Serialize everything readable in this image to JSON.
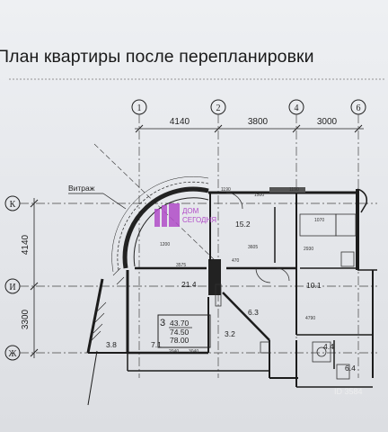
{
  "title": "План квартиры после перепланировки",
  "axes_top": [
    "1",
    "2",
    "4",
    "6"
  ],
  "axes_left": [
    "К",
    "И",
    "Ж"
  ],
  "dims_top": [
    "4140",
    "3800",
    "3000"
  ],
  "dims_left": [
    "4140",
    "3300"
  ],
  "label_vitrazh": "Витраж",
  "rooms": {
    "r1": "15.2",
    "r2": "21.4",
    "r3": "10.1",
    "r4": "6.3",
    "r5": "3.2",
    "r6": "3.8",
    "r7": "7.1",
    "r8": "4.4",
    "r9": "6.4"
  },
  "summary": {
    "rooms_count": "3",
    "living_area": "43.70",
    "total_area": "74.50",
    "gross_area": "78.00"
  },
  "inner_dims": [
    "1200",
    "3575",
    "3605",
    "4790",
    "1500",
    "1190",
    "2040",
    "3040",
    "1070",
    "470",
    "1190",
    "2930"
  ],
  "logo": {
    "line1": "ДОМ",
    "line2": "СЕГОДНЯ",
    "color": "#b04bc8"
  },
  "watermark": "ID 3584"
}
